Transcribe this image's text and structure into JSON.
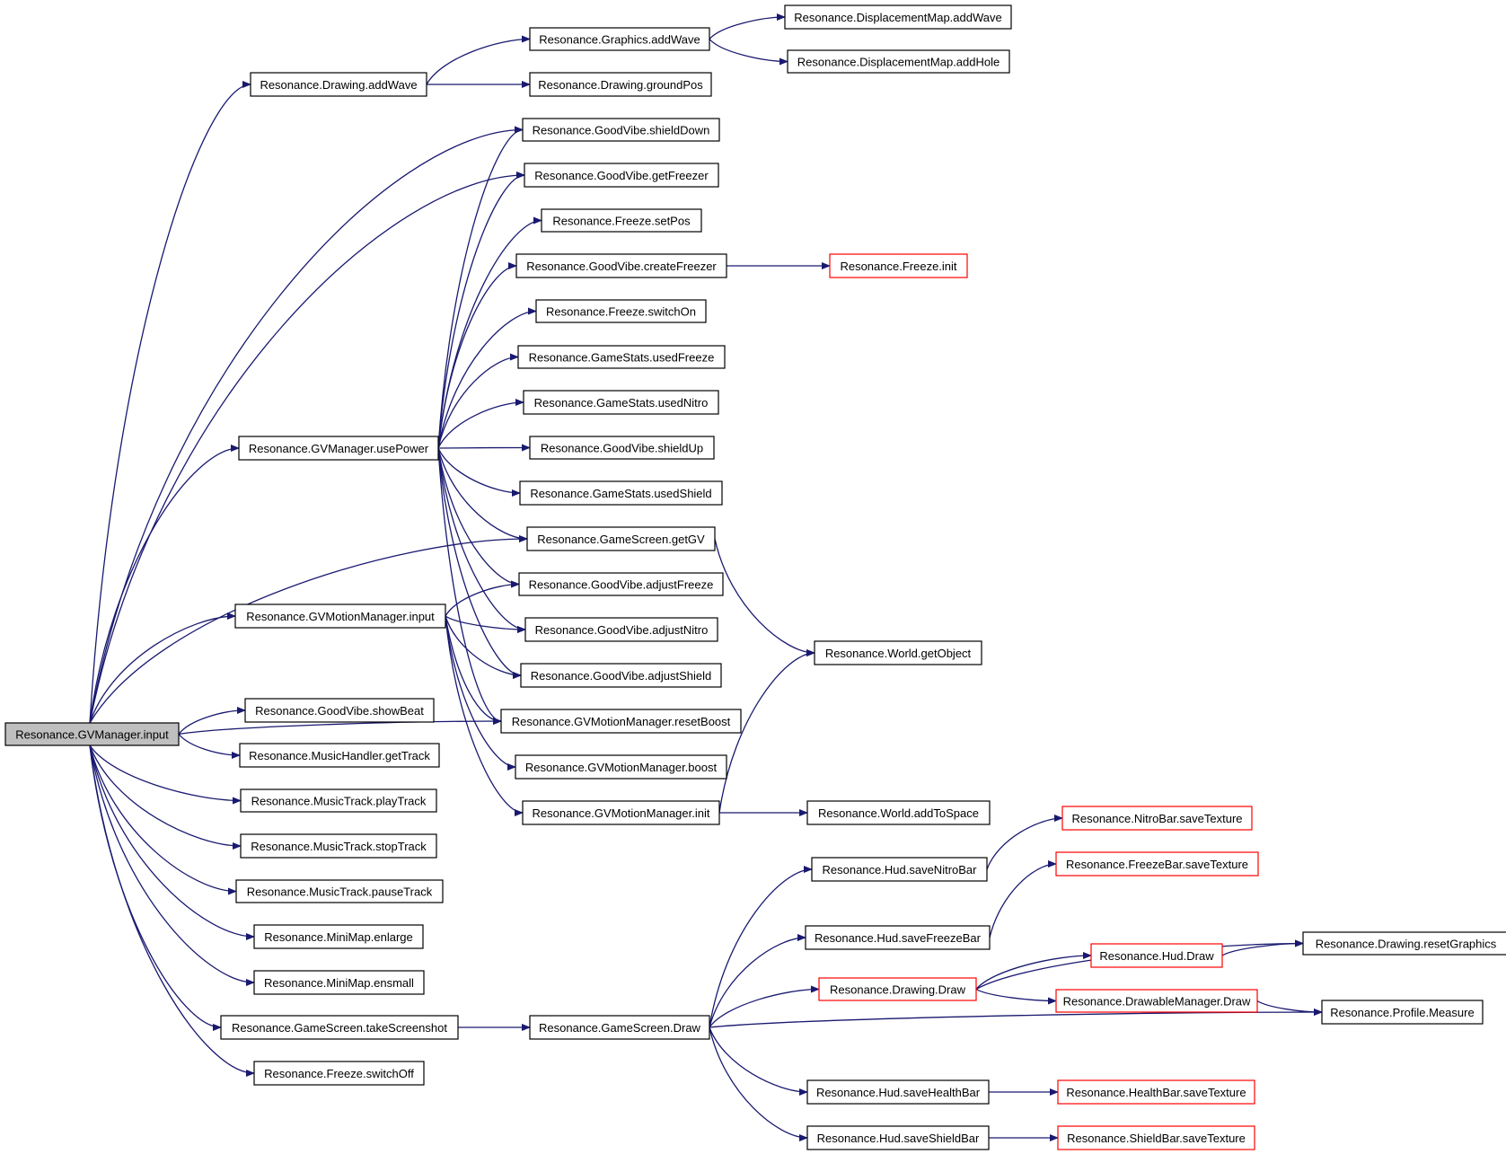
{
  "colors": {
    "edge": "#191970",
    "node_border": "#000000",
    "truncated_border": "#ff0000",
    "root_fill": "#bfbfbf"
  },
  "nodes": [
    {
      "id": "gvm_input",
      "label": "Resonance.GVManager.input",
      "root": true
    },
    {
      "id": "drawing_addwave",
      "label": "Resonance.Drawing.addWave"
    },
    {
      "id": "graphics_addwave",
      "label": "Resonance.Graphics.addWave"
    },
    {
      "id": "dm_addwave",
      "label": "Resonance.DisplacementMap.addWave"
    },
    {
      "id": "dm_addhole",
      "label": "Resonance.DisplacementMap.addHole"
    },
    {
      "id": "drawing_groundpos",
      "label": "Resonance.Drawing.groundPos"
    },
    {
      "id": "gv_shielddown",
      "label": "Resonance.GoodVibe.shieldDown"
    },
    {
      "id": "gv_getfreezer",
      "label": "Resonance.GoodVibe.getFreezer"
    },
    {
      "id": "freeze_setpos",
      "label": "Resonance.Freeze.setPos"
    },
    {
      "id": "gv_createfreezer",
      "label": "Resonance.GoodVibe.createFreezer"
    },
    {
      "id": "freeze_init",
      "label": "Resonance.Freeze.init",
      "truncated": true
    },
    {
      "id": "freeze_switchon",
      "label": "Resonance.Freeze.switchOn"
    },
    {
      "id": "gs_usedfreeze",
      "label": "Resonance.GameStats.usedFreeze"
    },
    {
      "id": "gs_usednitro",
      "label": "Resonance.GameStats.usedNitro"
    },
    {
      "id": "gvm_usepower",
      "label": "Resonance.GVManager.usePower"
    },
    {
      "id": "gv_shieldup",
      "label": "Resonance.GoodVibe.shieldUp"
    },
    {
      "id": "gs_usedshield",
      "label": "Resonance.GameStats.usedShield"
    },
    {
      "id": "gscr_getgv",
      "label": "Resonance.GameScreen.getGV"
    },
    {
      "id": "gv_adjustfreeze",
      "label": "Resonance.GoodVibe.adjustFreeze"
    },
    {
      "id": "gvmm_input",
      "label": "Resonance.GVMotionManager.input"
    },
    {
      "id": "gv_adjustnitro",
      "label": "Resonance.GoodVibe.adjustNitro"
    },
    {
      "id": "world_getobject",
      "label": "Resonance.World.getObject"
    },
    {
      "id": "gv_adjustshield",
      "label": "Resonance.GoodVibe.adjustShield"
    },
    {
      "id": "gv_showbeat",
      "label": "Resonance.GoodVibe.showBeat"
    },
    {
      "id": "gvmm_resetboost",
      "label": "Resonance.GVMotionManager.resetBoost"
    },
    {
      "id": "mh_gettrack",
      "label": "Resonance.MusicHandler.getTrack"
    },
    {
      "id": "gvmm_boost",
      "label": "Resonance.GVMotionManager.boost"
    },
    {
      "id": "mt_playtrack",
      "label": "Resonance.MusicTrack.playTrack"
    },
    {
      "id": "gvmm_init",
      "label": "Resonance.GVMotionManager.init"
    },
    {
      "id": "world_addtospace",
      "label": "Resonance.World.addToSpace"
    },
    {
      "id": "nitrobar_savetexture",
      "label": "Resonance.NitroBar.saveTexture",
      "truncated": true
    },
    {
      "id": "mt_stoptrack",
      "label": "Resonance.MusicTrack.stopTrack"
    },
    {
      "id": "freezebar_savetexture",
      "label": "Resonance.FreezeBar.saveTexture",
      "truncated": true
    },
    {
      "id": "hud_savenitrobar",
      "label": "Resonance.Hud.saveNitroBar"
    },
    {
      "id": "mt_pausetrack",
      "label": "Resonance.MusicTrack.pauseTrack"
    },
    {
      "id": "minimap_enlarge",
      "label": "Resonance.MiniMap.enlarge"
    },
    {
      "id": "hud_savefreezebar",
      "label": "Resonance.Hud.saveFreezeBar"
    },
    {
      "id": "drawing_resetgraphics",
      "label": "Resonance.Drawing.resetGraphics"
    },
    {
      "id": "hud_draw",
      "label": "Resonance.Hud.Draw",
      "truncated": true
    },
    {
      "id": "minimap_ensmall",
      "label": "Resonance.MiniMap.ensmall"
    },
    {
      "id": "drawing_draw",
      "label": "Resonance.Drawing.Draw",
      "truncated": true
    },
    {
      "id": "drawablemanager_draw",
      "label": "Resonance.DrawableManager.Draw",
      "truncated": true
    },
    {
      "id": "profile_measure",
      "label": "Resonance.Profile.Measure"
    },
    {
      "id": "gscr_takescreenshot",
      "label": "Resonance.GameScreen.takeScreenshot"
    },
    {
      "id": "gscr_draw",
      "label": "Resonance.GameScreen.Draw"
    },
    {
      "id": "freeze_switchoff",
      "label": "Resonance.Freeze.switchOff"
    },
    {
      "id": "hud_savehealthbar",
      "label": "Resonance.Hud.saveHealthBar"
    },
    {
      "id": "healthbar_savetexture",
      "label": "Resonance.HealthBar.saveTexture",
      "truncated": true
    },
    {
      "id": "hud_saveshieldbar",
      "label": "Resonance.Hud.saveShieldBar"
    },
    {
      "id": "shieldbar_savetexture",
      "label": "Resonance.ShieldBar.saveTexture",
      "truncated": true
    }
  ],
  "edges": [
    [
      "gvm_input",
      "drawing_addwave"
    ],
    [
      "drawing_addwave",
      "graphics_addwave"
    ],
    [
      "graphics_addwave",
      "dm_addwave"
    ],
    [
      "graphics_addwave",
      "dm_addhole"
    ],
    [
      "drawing_addwave",
      "drawing_groundpos"
    ],
    [
      "gvm_input",
      "gv_shielddown"
    ],
    [
      "gvm_input",
      "gv_getfreezer"
    ],
    [
      "gvm_input",
      "gvm_usepower"
    ],
    [
      "gvm_input",
      "gscr_getgv"
    ],
    [
      "gvm_input",
      "gvmm_input"
    ],
    [
      "gvm_input",
      "gvmm_resetboost"
    ],
    [
      "gvm_input",
      "gv_showbeat"
    ],
    [
      "gvm_input",
      "mh_gettrack"
    ],
    [
      "gvm_input",
      "mt_playtrack"
    ],
    [
      "gvm_input",
      "mt_stoptrack"
    ],
    [
      "gvm_input",
      "mt_pausetrack"
    ],
    [
      "gvm_input",
      "minimap_enlarge"
    ],
    [
      "gvm_input",
      "minimap_ensmall"
    ],
    [
      "gvm_input",
      "gscr_takescreenshot"
    ],
    [
      "gvm_input",
      "freeze_switchoff"
    ],
    [
      "gvm_usepower",
      "gv_shielddown"
    ],
    [
      "gvm_usepower",
      "gv_getfreezer"
    ],
    [
      "gvm_usepower",
      "freeze_setpos"
    ],
    [
      "gvm_usepower",
      "gv_createfreezer"
    ],
    [
      "gvm_usepower",
      "freeze_switchon"
    ],
    [
      "gvm_usepower",
      "gs_usedfreeze"
    ],
    [
      "gvm_usepower",
      "gs_usednitro"
    ],
    [
      "gvm_usepower",
      "gv_shieldup"
    ],
    [
      "gvm_usepower",
      "gs_usedshield"
    ],
    [
      "gvm_usepower",
      "gscr_getgv"
    ],
    [
      "gvm_usepower",
      "gv_adjustfreeze"
    ],
    [
      "gvm_usepower",
      "gv_adjustnitro"
    ],
    [
      "gvm_usepower",
      "gv_adjustshield"
    ],
    [
      "gvm_usepower",
      "gvmm_resetboost"
    ],
    [
      "gv_createfreezer",
      "freeze_init"
    ],
    [
      "gscr_getgv",
      "world_getobject"
    ],
    [
      "gvmm_input",
      "gv_adjustfreeze"
    ],
    [
      "gvmm_input",
      "gv_adjustnitro"
    ],
    [
      "gvmm_input",
      "gv_adjustshield"
    ],
    [
      "gvmm_input",
      "gvmm_resetboost"
    ],
    [
      "gvmm_input",
      "gvmm_boost"
    ],
    [
      "gvmm_input",
      "gvmm_init"
    ],
    [
      "gvmm_init",
      "world_getobject"
    ],
    [
      "gvmm_init",
      "world_addtospace"
    ],
    [
      "gscr_takescreenshot",
      "gscr_draw"
    ],
    [
      "gscr_draw",
      "hud_savenitrobar"
    ],
    [
      "gscr_draw",
      "hud_savefreezebar"
    ],
    [
      "gscr_draw",
      "drawing_draw"
    ],
    [
      "gscr_draw",
      "profile_measure"
    ],
    [
      "gscr_draw",
      "hud_savehealthbar"
    ],
    [
      "gscr_draw",
      "hud_saveshieldbar"
    ],
    [
      "hud_savenitrobar",
      "nitrobar_savetexture"
    ],
    [
      "hud_savefreezebar",
      "freezebar_savetexture"
    ],
    [
      "drawing_draw",
      "drawing_resetgraphics"
    ],
    [
      "drawing_draw",
      "hud_draw"
    ],
    [
      "drawing_draw",
      "drawablemanager_draw"
    ],
    [
      "hud_draw",
      "drawing_resetgraphics"
    ],
    [
      "drawablemanager_draw",
      "profile_measure"
    ],
    [
      "hud_savehealthbar",
      "healthbar_savetexture"
    ],
    [
      "hud_saveshieldbar",
      "shieldbar_savetexture"
    ]
  ]
}
